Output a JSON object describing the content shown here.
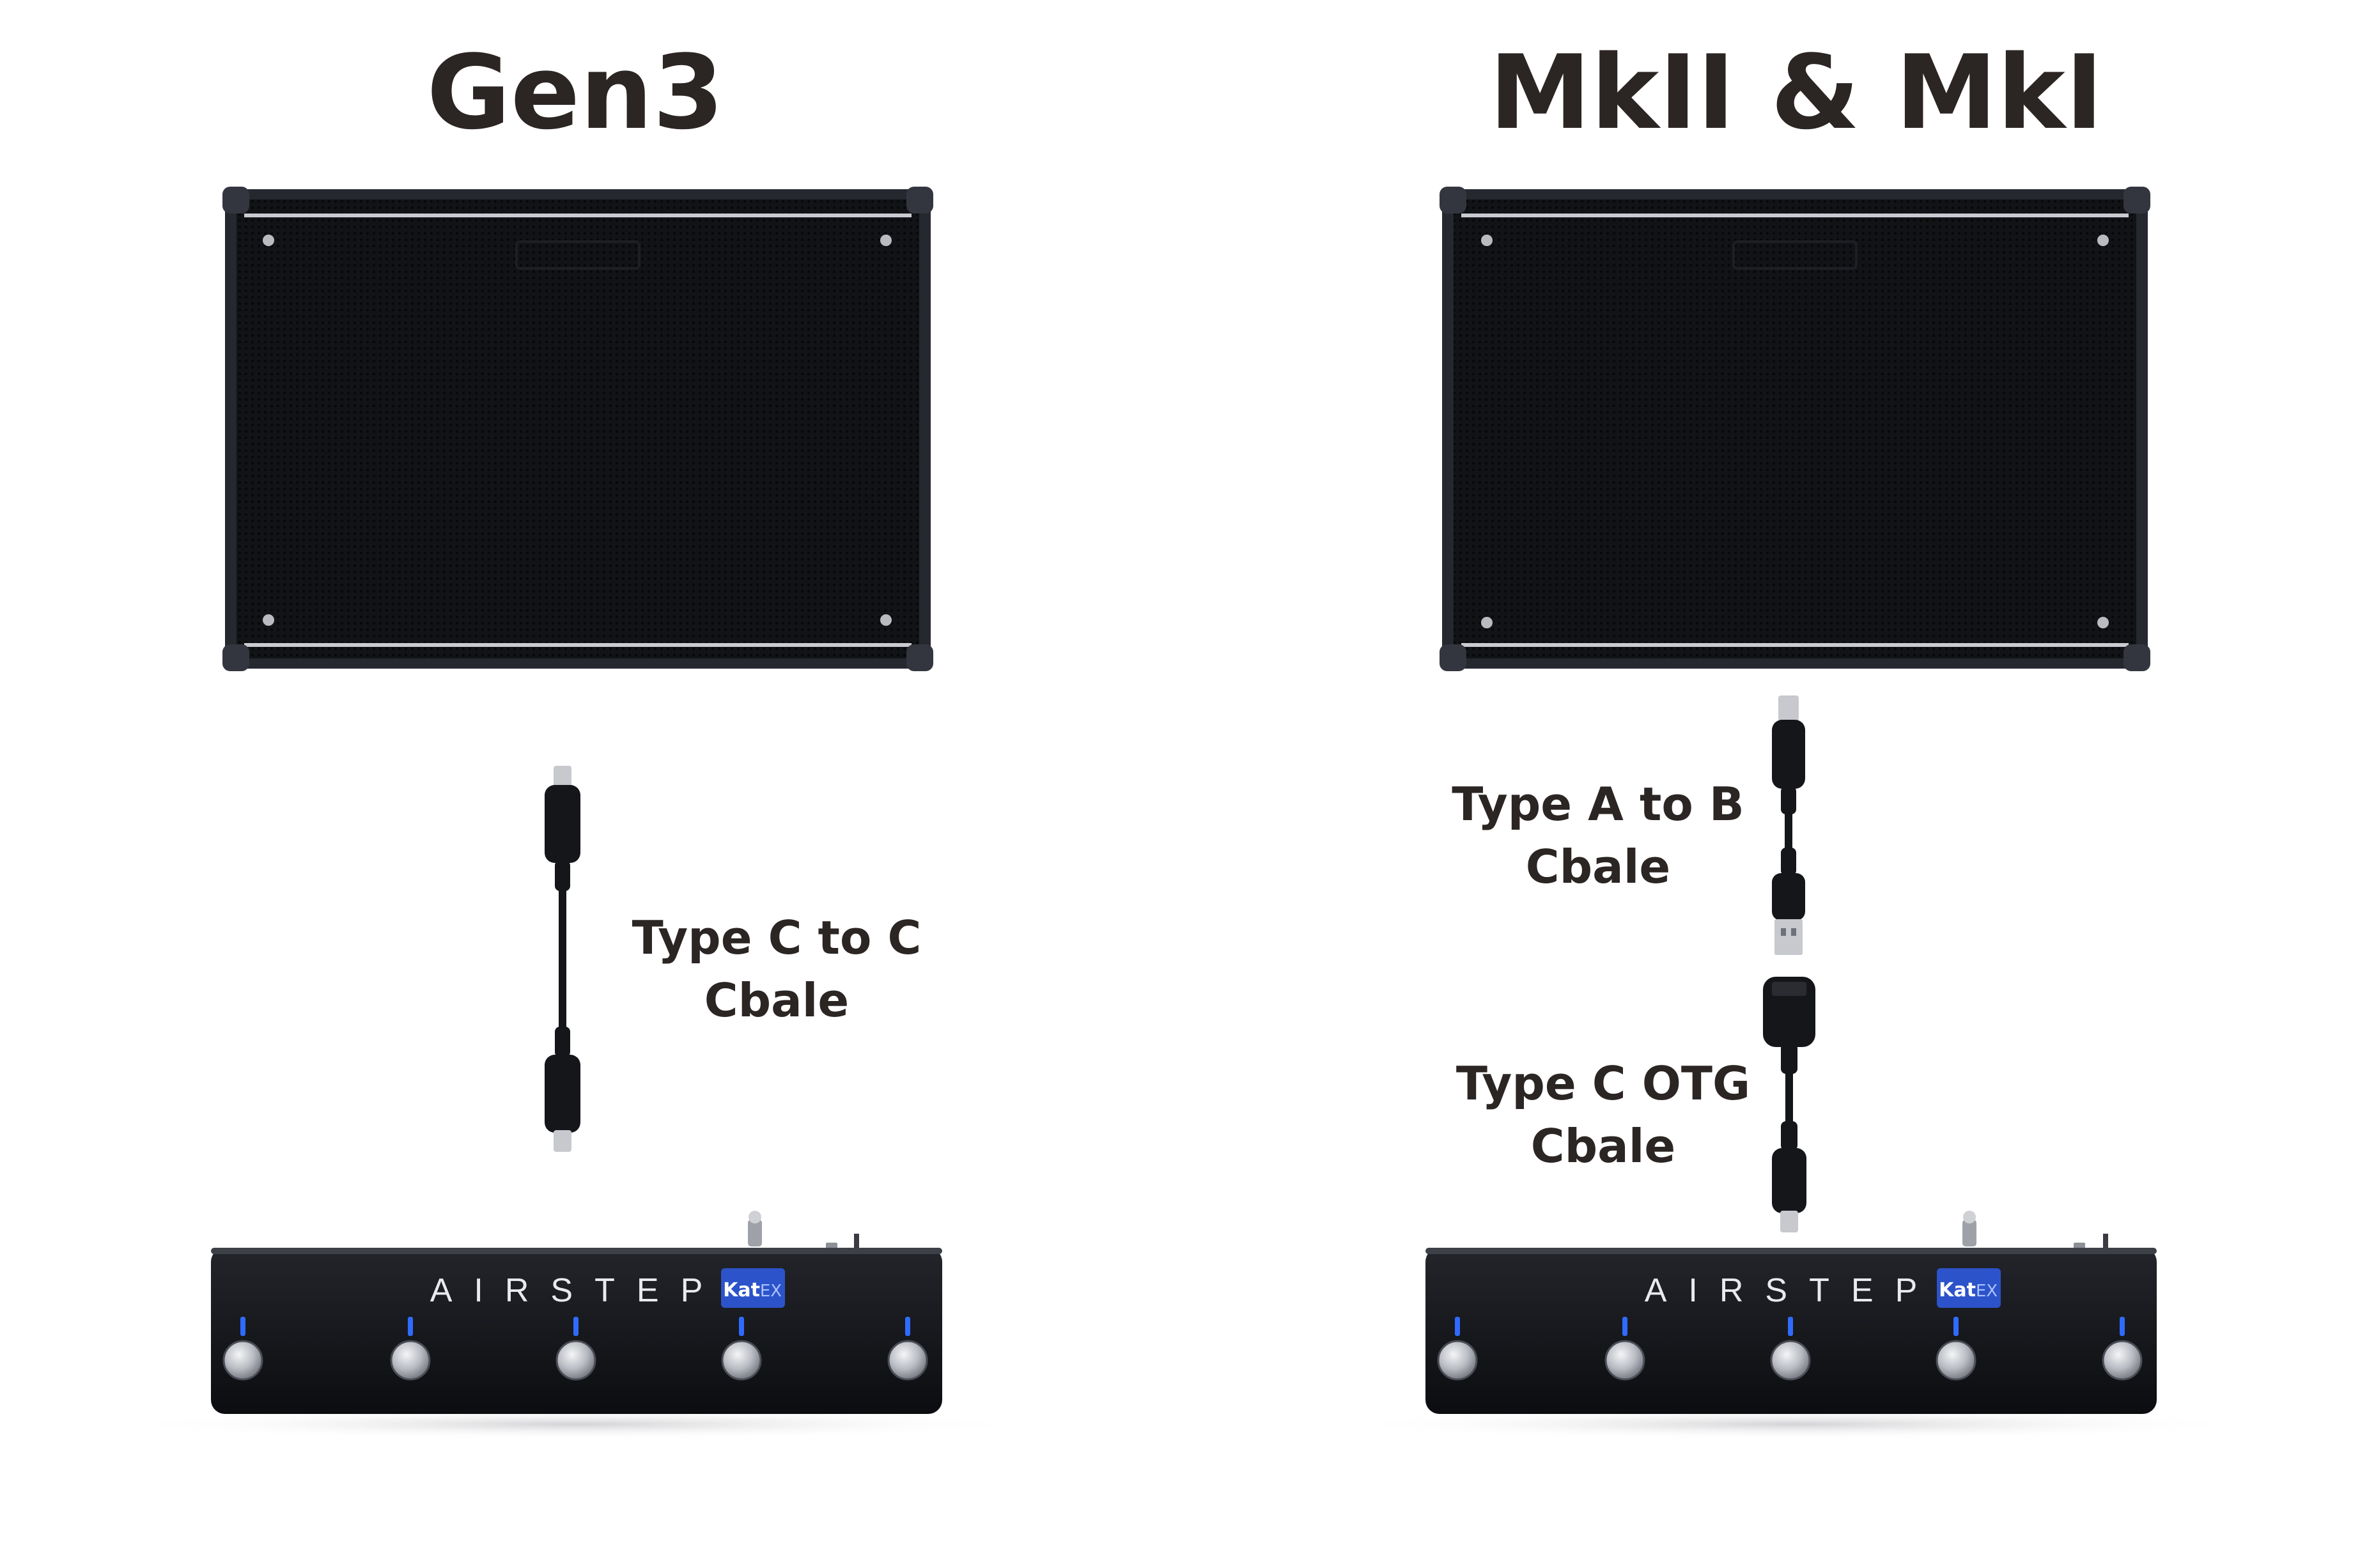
{
  "columns": [
    {
      "id": "gen3",
      "title": "Gen3",
      "cables": [
        {
          "type": "usb-c-to-c",
          "label_line1": "Type C to C",
          "label_line2": "Cbale"
        }
      ],
      "controller": {
        "brand": "AIRSTEP",
        "badge_main": "Kat",
        "badge_sub": "EX",
        "switch_count": 5
      }
    },
    {
      "id": "mk2-mk1",
      "title": "MkII & MkI",
      "cables": [
        {
          "type": "usb-a-to-b",
          "label_line1": "Type A to B",
          "label_line2": "Cbale"
        },
        {
          "type": "usb-c-otg",
          "label_line1": "Type C OTG",
          "label_line2": "Cbale"
        }
      ],
      "controller": {
        "brand": "AIRSTEP",
        "badge_main": "Kat",
        "badge_sub": "EX",
        "switch_count": 5
      }
    }
  ],
  "colors": {
    "text": "#2b2523",
    "cabinet_body": "#0f1014",
    "cabinet_frame": "#262830",
    "trim": "#c9cbd1",
    "led": "#2f6bff",
    "badge": "#2c53c9"
  }
}
